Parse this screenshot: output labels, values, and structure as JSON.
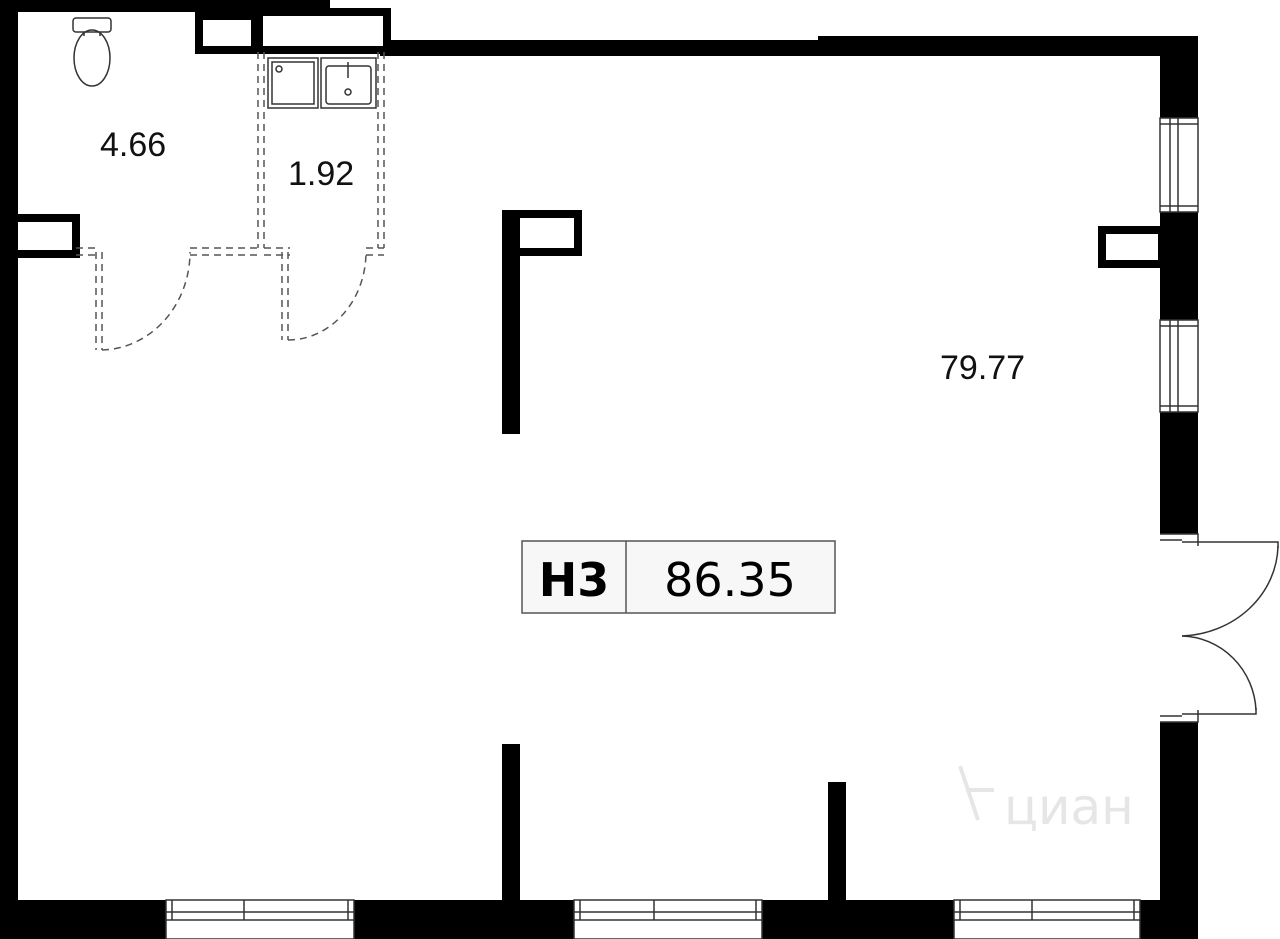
{
  "plan": {
    "unit_code": "Н3",
    "unit_area": "86.35",
    "rooms": [
      {
        "id": "bathroom",
        "area": "4.66"
      },
      {
        "id": "kitchenette",
        "area": "1.92"
      },
      {
        "id": "main-hall",
        "area": "79.77"
      }
    ],
    "watermark": "циан",
    "colors": {
      "wall": "#000000",
      "background": "#ffffff",
      "badge_background": "#f7f7f7",
      "watermark": "#e6e6e6"
    }
  }
}
